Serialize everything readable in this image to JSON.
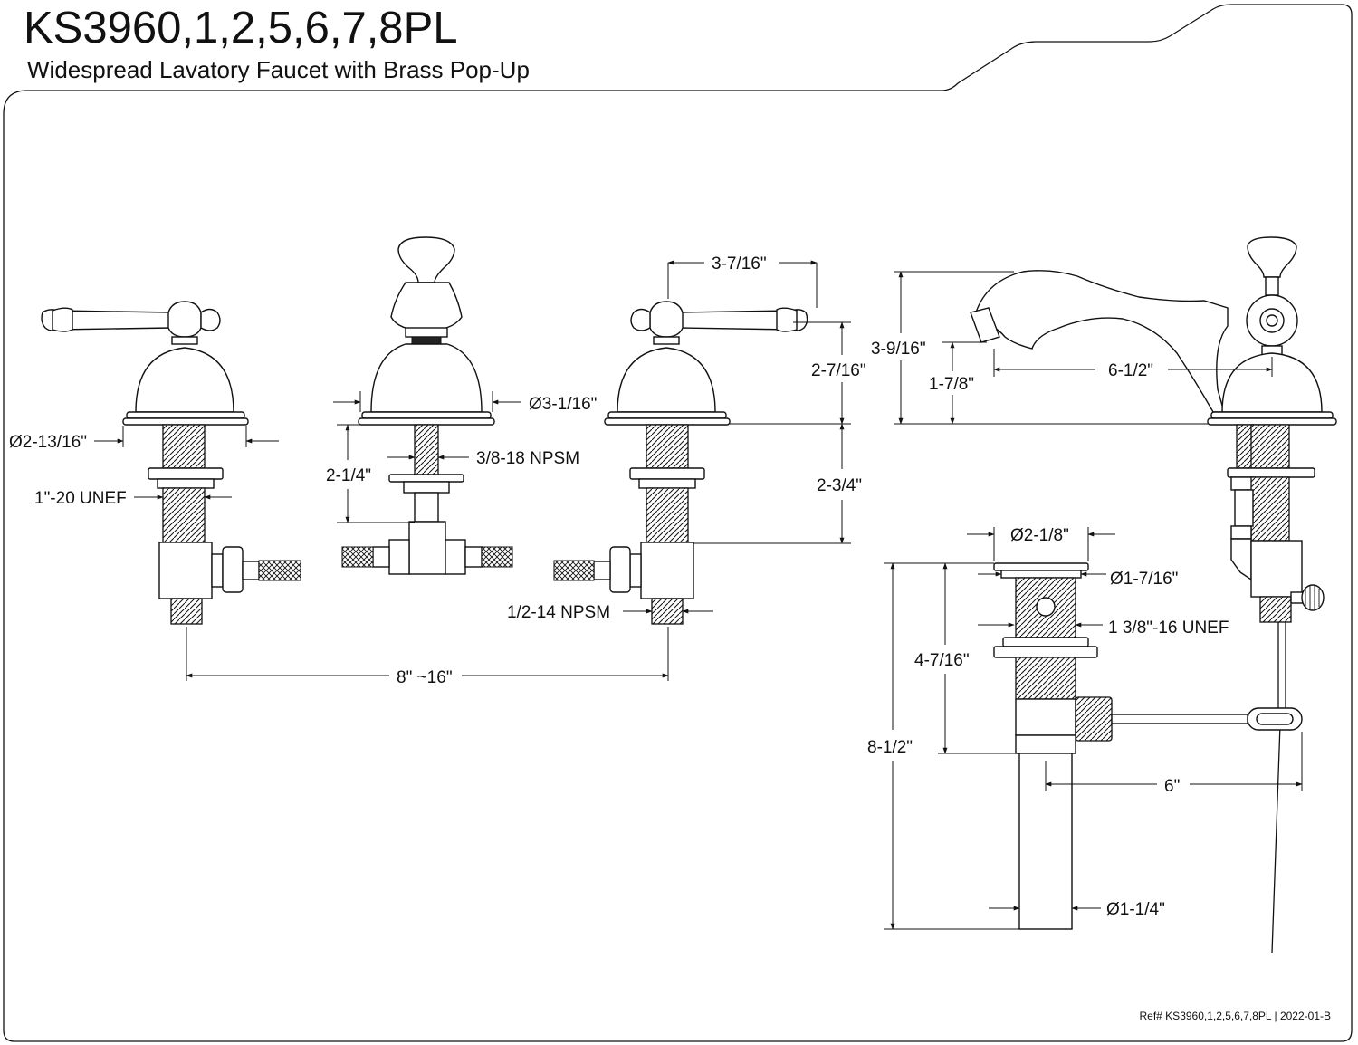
{
  "header": {
    "model": "KS3960,1,2,5,6,7,8PL",
    "subtitle": "Widespread Lavatory Faucet with Brass Pop-Up"
  },
  "dimensions": {
    "handle_width": "3-7/16\"",
    "handle_height": "2-7/16\"",
    "spout_height": "3-9/16\"",
    "aerator_height": "1-7/8\"",
    "spout_reach": "6-1/2\"",
    "flange_dia_left": "Ø2-13/16\"",
    "flange_dia_spout": "Ø3-1/16\"",
    "shank_thread_spout": "3/8-18 NPSM",
    "shank_length_spout": "2-1/4\"",
    "shank_thread_handle": "1\"-20 UNEF",
    "shank_length_handle": "2-3/4\"",
    "inlet_thread": "1/2-14 NPSM",
    "spread": "8\" ~16\"",
    "drain_flange_dia": "Ø2-1/8\"",
    "drain_body_dia": "Ø1-7/16\"",
    "drain_thread": "1 3/8\"-16 UNEF",
    "drain_body_length": "4-7/16\"",
    "drain_total_length": "8-1/2\"",
    "lift_rod_reach": "6\"",
    "tailpiece_dia": "Ø1-1/4\""
  },
  "footer": {
    "reference": "Ref# KS3960,1,2,5,6,7,8PL | 2022-01-B"
  }
}
